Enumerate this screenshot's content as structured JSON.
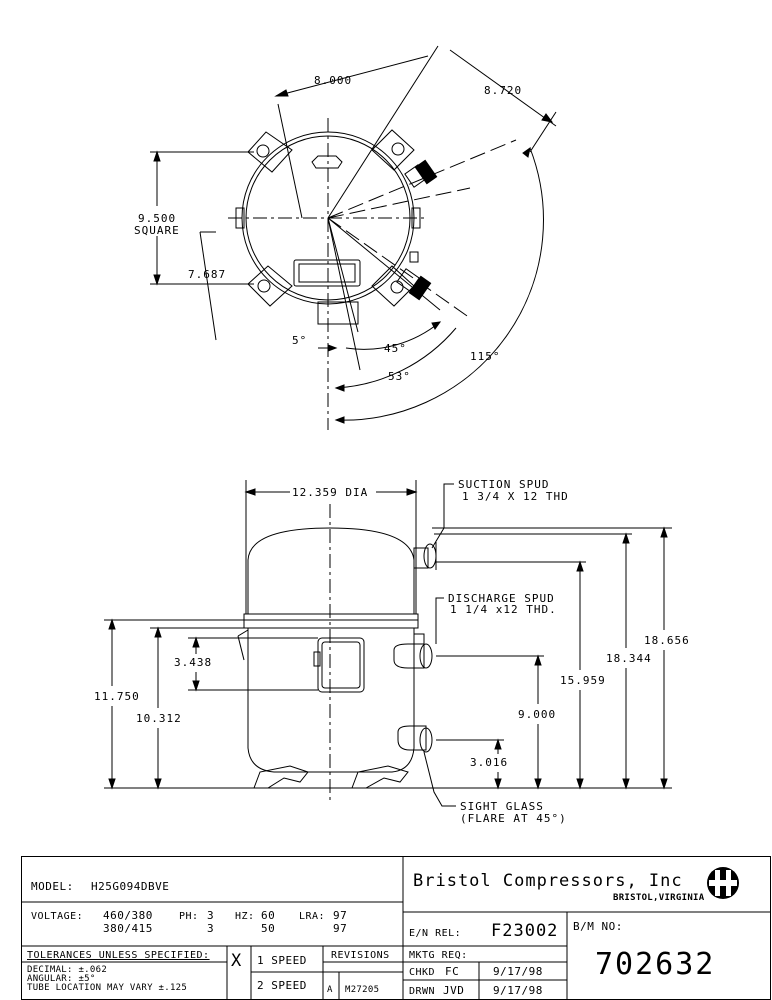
{
  "drawing": {
    "top_view": {
      "dim_width": "8.000",
      "dim_diag": "8.720",
      "dim_square_value": "9.500",
      "dim_square_label": "SQUARE",
      "dim_7687": "7.687",
      "angle_5": "5°",
      "angle_45": "45°",
      "angle_53": "53°",
      "angle_115": "115°"
    },
    "side_view": {
      "dim_diameter": "12.359 DIA",
      "suction_label": "SUCTION SPUD",
      "suction_spec": "1 3/4 X 12 THD",
      "discharge_label": "DISCHARGE SPUD",
      "discharge_spec": "1 1/4 x12 THD.",
      "sight_label": "SIGHT GLASS",
      "sight_spec": "(FLARE AT 45°)",
      "dim_18656": "18.656",
      "dim_18344": "18.344",
      "dim_15959": "15.959",
      "dim_9000": "9.000",
      "dim_3016": "3.016",
      "dim_11750": "11.750",
      "dim_10312": "10.312",
      "dim_3438": "3.438"
    }
  },
  "title_block": {
    "model_label": "MODEL:",
    "model_value": "H25G094DBVE",
    "voltage_label": "VOLTAGE:",
    "voltage_1": "460/380",
    "voltage_2": "380/415",
    "ph_label": "PH:",
    "ph_1": "3",
    "ph_2": "3",
    "hz_label": "HZ:",
    "hz_1": "60",
    "hz_2": "50",
    "lra_label": "LRA:",
    "lra_1": "97",
    "lra_2": "97",
    "tolerances_heading": "TOLERANCES UNLESS SPECIFIED:",
    "tol_decimal": "DECIMAL: ±.062",
    "tol_angular": "ANGULAR: ±5°",
    "tol_tube": "TUBE LOCATION MAY VARY ±.125",
    "speed_mark": "X",
    "speed_1": "1 SPEED",
    "speed_2": "2 SPEED",
    "revisions_label": "REVISIONS",
    "rev_letter": "A",
    "rev_code": "M27205",
    "company": "Bristol Compressors, Inc",
    "company_location": "BRISTOL,VIRGINIA",
    "en_rel_label": "E/N REL:",
    "en_rel_value": "F23002",
    "bm_label": "B/M NO:",
    "bm_value": "702632",
    "mktg_label": "MKTG REQ:",
    "chkd_label": "CHKD",
    "chkd_name": "FC",
    "chkd_date": "9/17/98",
    "drwn_label": "DRWN",
    "drwn_name": "JVD",
    "drwn_date": "9/17/98"
  }
}
